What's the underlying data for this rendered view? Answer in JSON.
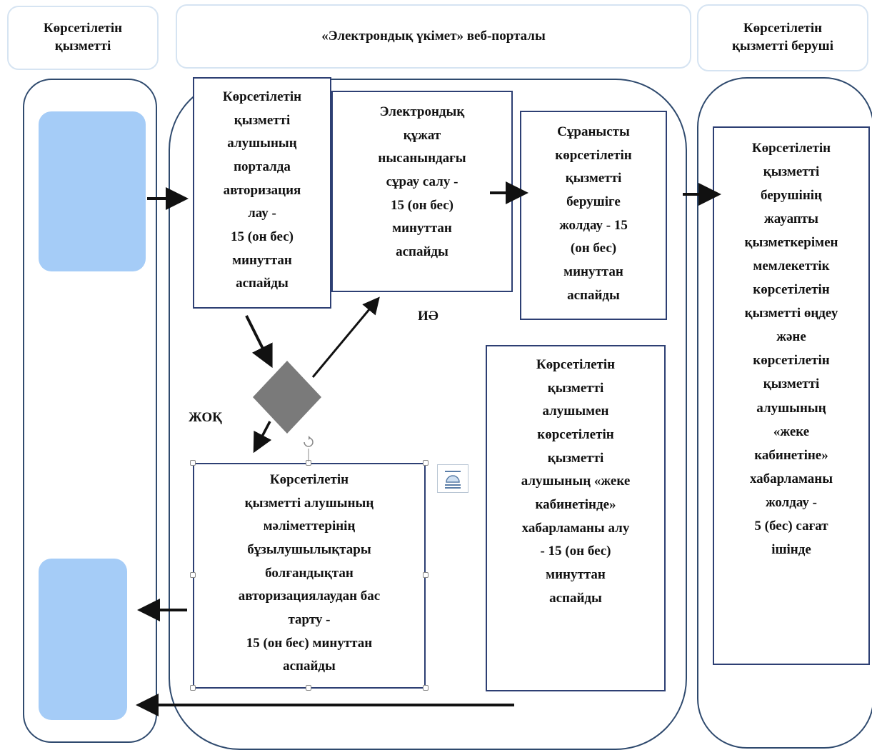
{
  "headers": {
    "left": "Көрсетілетін\nқызметті",
    "center": "«Электрондық үкімет»  веб-порталы",
    "right": "Көрсетілетін\nқызметті беруші"
  },
  "steps": {
    "auth": "Көрсетілетін\nқызметті\nалушының\nпорталда\nавторизация\nлау -\n15 (он бес)\nминуттан\nаспайды",
    "request": "Электрондық\nқұжат\nнысанындағы\nсұрау салу -\n15 (он бес)\nминуттан\nаспайды",
    "send": "Сұранысты\nкөрсетілетін\nқызметті\nберушіге\nжолдау - 15\n(он бес)\nминуттан\nаспайды",
    "provider": "Көрсетілетін\nқызметті\nберушінің\nжауапты\nқызметкерімен\nмемлекеттік\nкөрсетілетін\nқызметті өңдеу\nжәне\nкөрсетілетін\nқызметті\nалушының\n«жеке\nкабинетіне»\nхабарламаны\nжолдау -\n5 (бес) сағат\nішінде",
    "receive": "Көрсетілетін\nқызметті\nалушымен\nкөрсетілетін\nқызметті\nалушының «жеке\nкабинетінде»\nхабарламаны  алу\n- 15 (он бес)\nминуттан\nаспайды",
    "refuse": "Көрсетілетін\nқызметті алушының\nмәліметтерінің\nбұзылушылықтары\nболғандықтан\nавторизациялаудан бас\nтарту -\n15 (он бес) минуттан\nаспайды"
  },
  "decision": {
    "yes": "ИӘ",
    "no": "ЖОҚ"
  },
  "colors": {
    "lane_border": "#2f4a6e",
    "box_border": "#2d3f73",
    "pill_fill": "#a5ccf7",
    "diamond_fill": "#7a7a7a",
    "header_border": "#d6e4f2"
  },
  "icons": [
    "rotate-handle-icon",
    "text-wrap-layout-icon"
  ]
}
